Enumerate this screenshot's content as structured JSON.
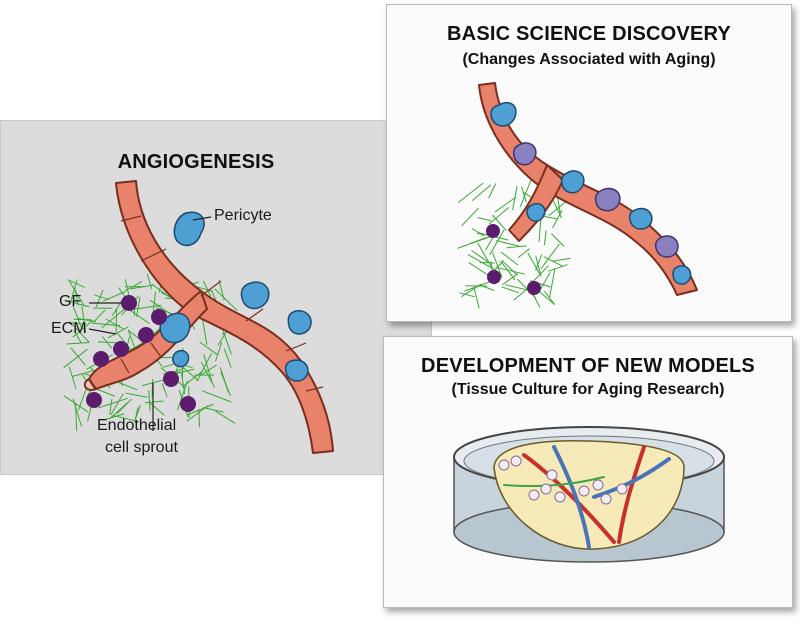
{
  "angiogenesis": {
    "title": "ANGIOGENESIS",
    "labels": {
      "pericyte": "Pericyte",
      "gf": "GF",
      "ecm": "ECM",
      "sprout_line1": "Endothelial",
      "sprout_line2": "cell sprout"
    }
  },
  "discovery": {
    "title": "BASIC SCIENCE DISCOVERY",
    "subtitle": "(Changes Associated with Aging)"
  },
  "models": {
    "title": "DEVELOPMENT OF NEW MODELS",
    "subtitle": "(Tissue Culture for Aging Research)"
  },
  "colors": {
    "vessel": "#e8826a",
    "vessel_outline": "#7a2e1e",
    "pericyte": "#4e9fd4",
    "aged_pericyte": "#8a7fbf",
    "gf_dot": "#5b1c6e",
    "ecm": "#39a832",
    "panel_grey": "#dcdcdc"
  }
}
